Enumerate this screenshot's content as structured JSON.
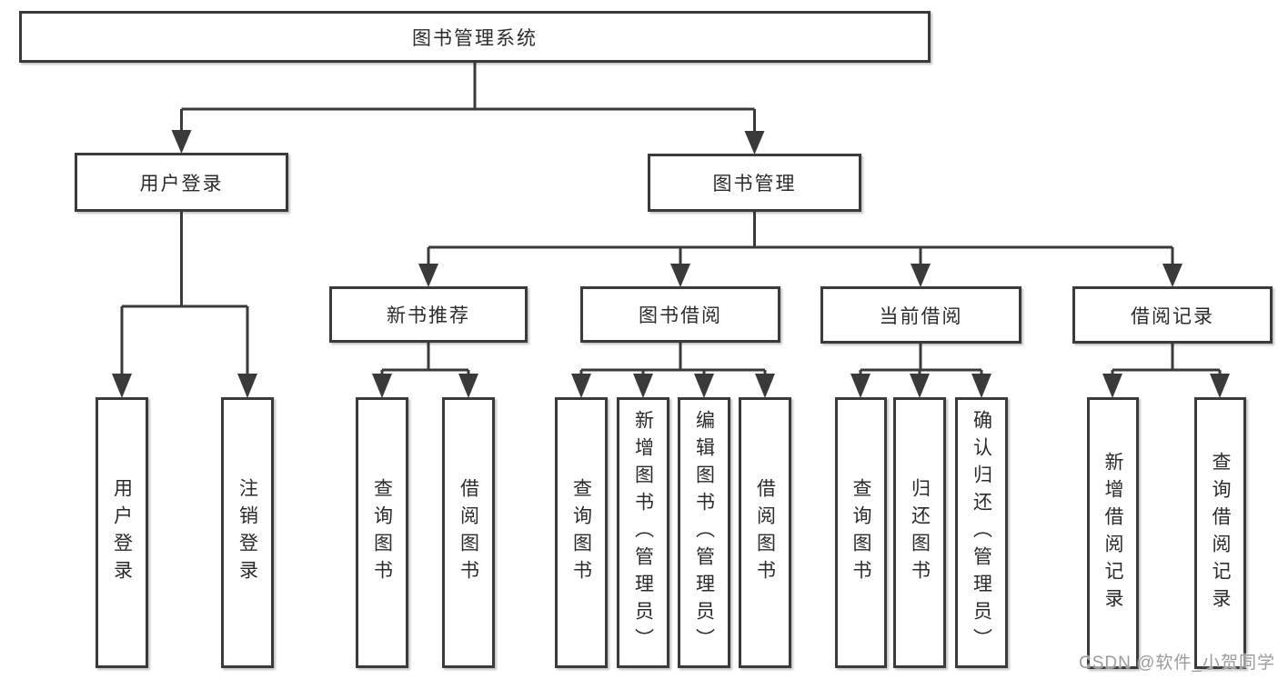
{
  "diagram": {
    "root": "图书管理系统",
    "user_login_branch": {
      "label": "用户登录",
      "children": [
        "用户登录",
        "注销登录"
      ]
    },
    "book_mgmt_branch": {
      "label": "图书管理",
      "sections": [
        {
          "label": "新书推荐",
          "children": [
            "查询图书",
            "借阅图书"
          ]
        },
        {
          "label": "图书借阅",
          "children": [
            "查询图书",
            "新增图书（管理员）",
            "编辑图书（管理员）",
            "借阅图书"
          ]
        },
        {
          "label": "当前借阅",
          "children": [
            "查询图书",
            "归还图书",
            "确认归还（管理员）"
          ]
        },
        {
          "label": "借阅记录",
          "children": [
            "新增借阅记录",
            "查询借阅记录"
          ]
        }
      ]
    }
  },
  "watermark": "CSDN @软件_小贺同学",
  "colors": {
    "line": "#3a3a3a",
    "text": "#2b2b2b",
    "watermark": "#9b9b9b",
    "background": "#ffffff"
  }
}
